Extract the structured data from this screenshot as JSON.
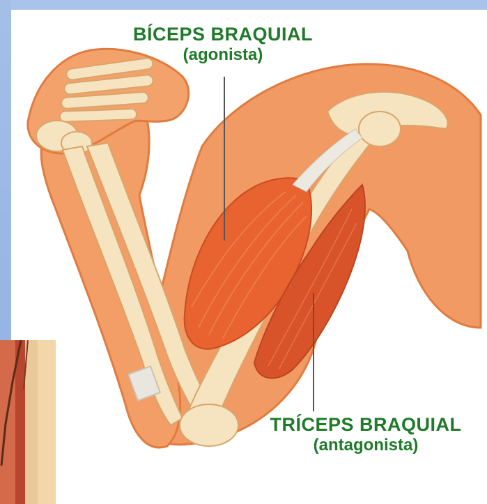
{
  "labels": {
    "biceps": {
      "name": "BÍCEPS BRAQUIAL",
      "role": "(agonista)"
    },
    "triceps": {
      "name": "TRÍCEPS BRAQUIAL",
      "role": "(antagonista)"
    }
  },
  "colors": {
    "label_text": "#1f7a2a",
    "skin": "#f19a63",
    "bone": "#f6e3bf",
    "muscle": "#e05a2a",
    "background_band": "#a9c3ea"
  }
}
